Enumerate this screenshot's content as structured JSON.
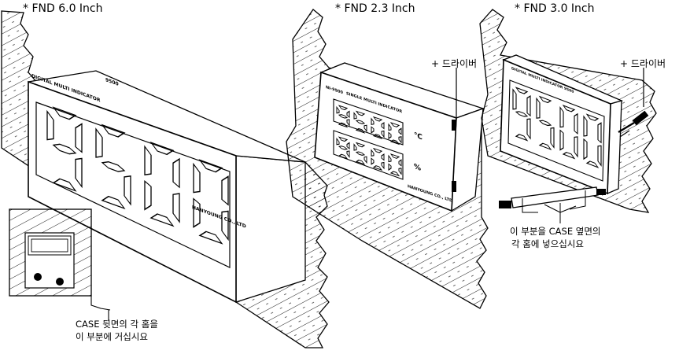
{
  "variants": [
    {
      "title": "* FND 6.0 Inch"
    },
    {
      "title": "* FND 2.3 Inch"
    },
    {
      "title": "* FND 3.0 Inch"
    }
  ],
  "display_value": "9500",
  "fnd60": {
    "brand": "DIGITAL MULTI INDICATOR",
    "model": "9500",
    "maker": "HANYOUNG CO., LTD",
    "rear_note_line1": "CASE 뒷면의 각 홈을",
    "rear_note_line2": "이 부분에 거십시요"
  },
  "fnd23": {
    "model_label": "NI-9500",
    "brand": "SINGLE MULTI INDICATOR",
    "unit_top": "℃",
    "unit_bottom": "%",
    "maker": "HANYOUNG CO., LTD",
    "driver_label": "+ 드라이버"
  },
  "fnd30": {
    "brand": "DIGITAL MULTI INDICATOR 9500",
    "driver_label": "+ 드라이버",
    "bracket_note_line1": "이 부분을 CASE 옆면의",
    "bracket_note_line2": "각 홈에 넣으십시요"
  }
}
